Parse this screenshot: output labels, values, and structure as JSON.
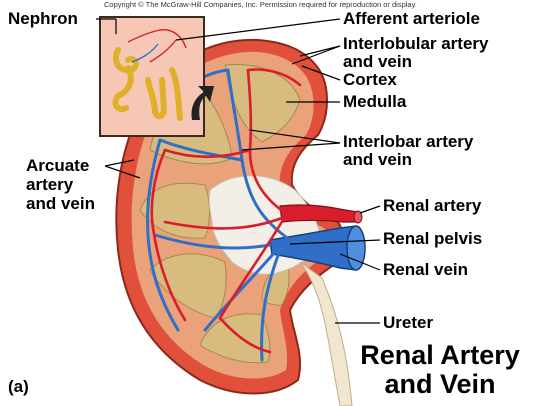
{
  "copyright": "Copyright © The McGraw-Hill Companies, Inc. Permission required for reproduction or display.",
  "labels": {
    "nephron": "Nephron",
    "afferent_arteriole": "Afferent arteriole",
    "interlobular_1": "Interlobular artery",
    "interlobular_2": "and vein",
    "cortex": "Cortex",
    "medulla": "Medulla",
    "interlobar_1": "Interlobar artery",
    "interlobar_2": "and vein",
    "arcuate_1": "Arcuate",
    "arcuate_2": "artery",
    "arcuate_3": "and vein",
    "renal_artery": "Renal artery",
    "renal_pelvis": "Renal pelvis",
    "renal_vein": "Renal vein",
    "ureter": "Ureter",
    "panel": "(a)"
  },
  "title": {
    "line1": "Renal Artery",
    "line2": "and Vein"
  },
  "colors": {
    "artery": "#d81e2c",
    "vein": "#2f6fc7",
    "cortex": "#e9a27a",
    "medulla": "#d8bb7e",
    "capsule": "#e0503a",
    "inset_bg": "#f6c7b4"
  }
}
